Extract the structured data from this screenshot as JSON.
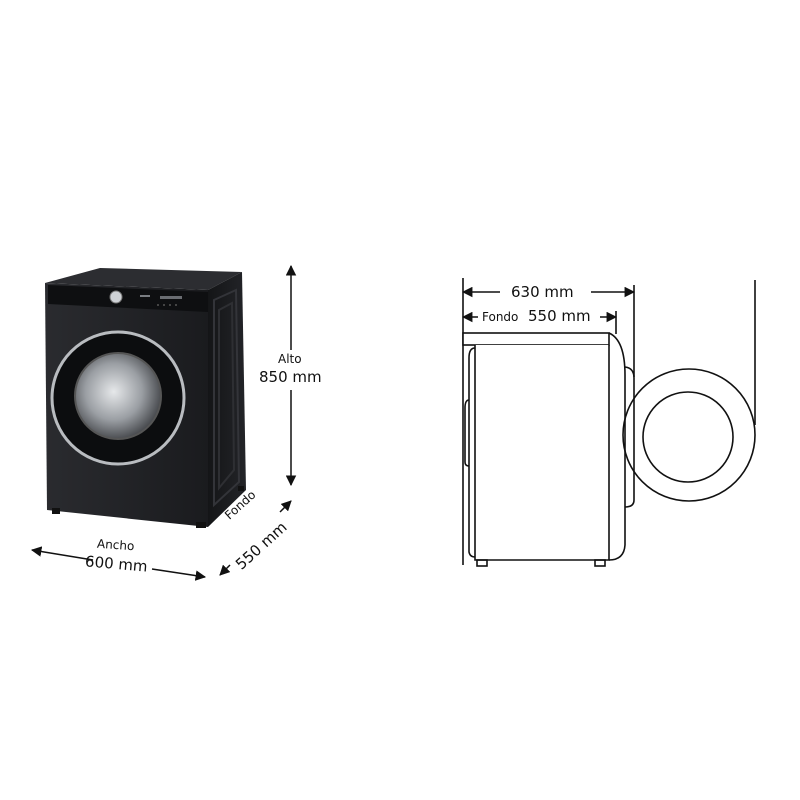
{
  "front_view": {
    "height": {
      "label": "Alto",
      "value": "850 mm"
    },
    "width": {
      "label": "Ancho",
      "value": "600 mm"
    },
    "depth": {
      "label": "Fondo",
      "value": "550 mm"
    },
    "colors": {
      "body": "#1c1d20",
      "door_ring": "#b9bcc0",
      "glass": "#8e9297"
    }
  },
  "side_view": {
    "total_depth": {
      "value": "630 mm"
    },
    "depth": {
      "label": "Fondo",
      "value": "550 mm"
    },
    "colors": {
      "line": "#111111",
      "fill": "#ffffff"
    }
  }
}
